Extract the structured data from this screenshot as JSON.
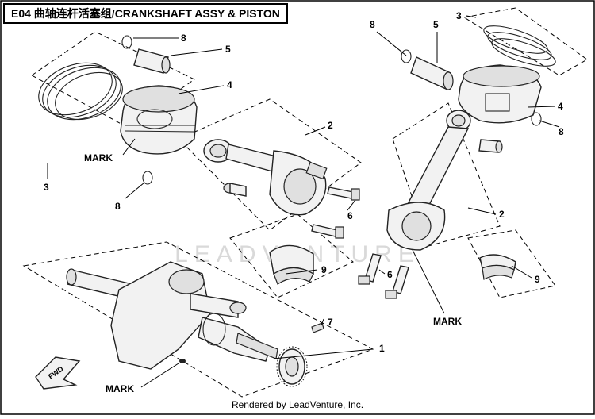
{
  "title": "E04 曲轴连杆活塞组/CRANKSHAFT ASSY & PISTON",
  "callouts": {
    "c1": "1",
    "c2a": "2",
    "c2b": "2",
    "c3a": "3",
    "c3b": "3",
    "c4a": "4",
    "c4b": "4",
    "c5a": "5",
    "c5b": "5",
    "c6a": "6",
    "c6b": "6",
    "c7": "7",
    "c8a": "8",
    "c8b": "8",
    "c8c": "8",
    "c8d": "8",
    "c9a": "9",
    "c9b": "9"
  },
  "marks": {
    "m1": "MARK",
    "m2": "MARK",
    "m3": "MARK"
  },
  "fwd_label": "FWD",
  "watermark": "LEADVENTURE",
  "footer": "Rendered by LeadVenture, Inc."
}
